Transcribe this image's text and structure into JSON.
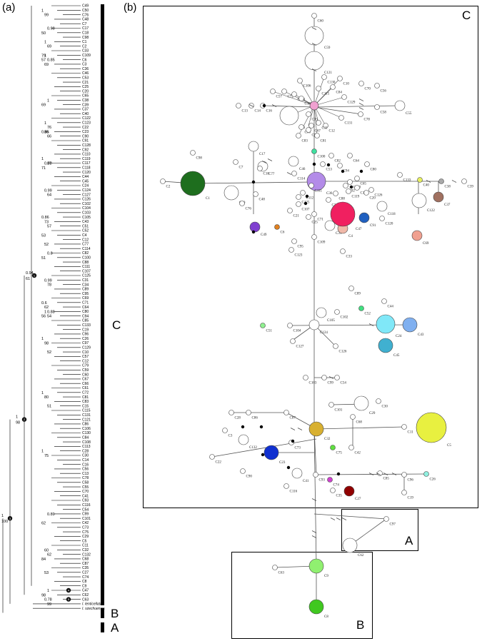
{
  "panels": {
    "a": "(a)",
    "b": "(b)"
  },
  "clades": {
    "C": "C",
    "B": "B",
    "A": "A"
  },
  "tree": {
    "tips": [
      "C49",
      "C50",
      "C76",
      "C48",
      "C7",
      "C17",
      "C18",
      "C98",
      "C1",
      "C2",
      "C33",
      "C109",
      "C6",
      "C3",
      "C36",
      "C46",
      "C53",
      "C21",
      "C25",
      "C20",
      "C65",
      "C38",
      "C39",
      "C37",
      "C40",
      "C122",
      "C123",
      "C22",
      "C23",
      "C90",
      "C91",
      "C128",
      "C92",
      "C110",
      "C119",
      "C117",
      "C118",
      "C120",
      "C44",
      "C45",
      "C24",
      "C124",
      "C127",
      "C126",
      "C102",
      "C104",
      "C103",
      "C105",
      "C43",
      "C51",
      "C52",
      "C4",
      "C12",
      "C77",
      "C114",
      "C82",
      "C100",
      "C88",
      "C111",
      "C107",
      "C125",
      "C31",
      "C34",
      "C89",
      "C95",
      "C69",
      "C71",
      "C64",
      "C80",
      "C94",
      "C85",
      "C133",
      "C19",
      "C96",
      "C26",
      "C97",
      "C129",
      "C10",
      "C57",
      "C12",
      "C79",
      "C59",
      "C60",
      "C67",
      "C66",
      "C61",
      "C72",
      "C81",
      "C83",
      "C15",
      "C115",
      "C131",
      "C121",
      "C86",
      "C106",
      "C130",
      "C84",
      "C108",
      "C113",
      "C28",
      "C30",
      "C14",
      "C16",
      "C56",
      "C13",
      "C78",
      "C58",
      "C55",
      "C70",
      "C41",
      "C93",
      "C116",
      "C54",
      "C99",
      "C101",
      "C42",
      "C73",
      "C75",
      "C29",
      "C5",
      "C11",
      "C32",
      "C132",
      "C68",
      "C87",
      "C35",
      "C27",
      "C74",
      "C8",
      "C9",
      "C47",
      "C62",
      "C63",
      "I. lenticellata",
      "I. szechuensis"
    ],
    "supports": [
      {
        "label": "1",
        "row": 1
      },
      {
        "label": "99",
        "row": 2
      },
      {
        "label": "0.98",
        "row": 5
      },
      {
        "label": "50",
        "row": 6
      },
      {
        "label": "1",
        "row": 8
      },
      {
        "label": "69",
        "row": 9
      },
      {
        "label": "79",
        "row": 11
      },
      {
        "label": "1",
        "row": 11
      },
      {
        "label": "0.85",
        "row": 12
      },
      {
        "label": "57",
        "row": 12
      },
      {
        "label": "69",
        "row": 13
      },
      {
        "label": "1",
        "row": 21
      },
      {
        "label": "69",
        "row": 22
      },
      {
        "label": "1",
        "row": 26
      },
      {
        "label": "76",
        "row": 27
      },
      {
        "label": "0.65",
        "row": 28
      },
      {
        "label": "86",
        "row": 28
      },
      {
        "label": "66",
        "row": 29
      },
      {
        "label": "1",
        "row": 34
      },
      {
        "label": "0.99",
        "row": 35
      },
      {
        "label": "87",
        "row": 35
      },
      {
        "label": "71",
        "row": 36
      },
      {
        "label": "0.99",
        "row": 41
      },
      {
        "label": "64",
        "row": 42
      },
      {
        "label": "0.86",
        "row": 47
      },
      {
        "label": "73",
        "row": 48
      },
      {
        "label": "57",
        "row": 49
      },
      {
        "label": "53",
        "row": 51
      },
      {
        "label": "52",
        "row": 53
      },
      {
        "label": "0.8",
        "row": 55
      },
      {
        "label": "51",
        "row": 56
      },
      {
        "label": "0.99",
        "row": 61
      },
      {
        "label": "78",
        "row": 62
      },
      {
        "label": "0.6",
        "row": 66
      },
      {
        "label": "62",
        "row": 67
      },
      {
        "label": "0.88",
        "row": 68
      },
      {
        "label": "56",
        "row": 69
      },
      {
        "label": "1",
        "row": 68
      },
      {
        "label": "54",
        "row": 69
      },
      {
        "label": "1",
        "row": 74
      },
      {
        "label": "98",
        "row": 75
      },
      {
        "label": "52",
        "row": 77
      },
      {
        "label": "1",
        "row": 86
      },
      {
        "label": "80",
        "row": 87
      },
      {
        "label": "51",
        "row": 89
      },
      {
        "label": "1",
        "row": 99
      },
      {
        "label": "75",
        "row": 100
      },
      {
        "label": "0.89",
        "row": 113
      },
      {
        "label": "62",
        "row": 115
      },
      {
        "label": "60",
        "row": 121
      },
      {
        "label": "62",
        "row": 122
      },
      {
        "label": "84",
        "row": 123
      },
      {
        "label": "53",
        "row": 126
      },
      {
        "label": "1",
        "row": 130
      },
      {
        "label": "98",
        "row": 131
      },
      {
        "label": "0.78",
        "row": 132
      },
      {
        "label": "99",
        "row": 133
      }
    ],
    "nodes": [
      {
        "top": "0.94",
        "bottom": "61",
        "num": "1",
        "row": 60
      },
      {
        "top": "1",
        "bottom": "98",
        "num": "2",
        "row": 92
      },
      {
        "top": "1",
        "bottom": "100",
        "num": "3",
        "row": 114
      },
      {
        "top": "",
        "bottom": "",
        "num": "4",
        "row": 130
      },
      {
        "top": "",
        "bottom": "",
        "num": "5",
        "row": 132
      }
    ]
  },
  "network": {
    "haplotypes": [
      {
        "label": "C60",
        "color": "#ffffff",
        "size": 1
      },
      {
        "label": "C59",
        "color": "#ffffff",
        "size": 4
      },
      {
        "label": "C121",
        "color": "#ffffff",
        "size": 4
      },
      {
        "label": "C106",
        "color": "#ffffff",
        "size": 1
      },
      {
        "label": "C130",
        "color": "#ffffff",
        "size": 1
      },
      {
        "label": "C10",
        "color": "#ffffff",
        "size": 1
      },
      {
        "label": "C70",
        "color": "#ffffff",
        "size": 1
      },
      {
        "label": "C56",
        "color": "#ffffff",
        "size": 1
      },
      {
        "label": "C115",
        "color": "#ffffff",
        "size": 1
      },
      {
        "label": "C84",
        "color": "#ffffff",
        "size": 1
      },
      {
        "label": "C129",
        "color": "#ffffff",
        "size": 1
      },
      {
        "label": "C58",
        "color": "#ffffff",
        "size": 1
      },
      {
        "label": "C55",
        "color": "#ffffff",
        "size": 2
      },
      {
        "label": "C78",
        "color": "#ffffff",
        "size": 1
      },
      {
        "label": "C57",
        "color": "#ffffff",
        "size": 1
      },
      {
        "label": "C72",
        "color": "#ffffff",
        "size": 1
      },
      {
        "label": "C113",
        "color": "#ffffff",
        "size": 1
      },
      {
        "label": "C108",
        "color": "#ffffff",
        "size": 1
      },
      {
        "label": "C13",
        "color": "#ffffff",
        "size": 1
      },
      {
        "label": "C14",
        "color": "#ffffff",
        "size": 1
      },
      {
        "label": "C16",
        "color": "#ffffff",
        "size": 1
      },
      {
        "label": "C61",
        "color": "#ffffff",
        "size": 4
      },
      {
        "label": "C15",
        "color": "#ffffff",
        "size": 1
      },
      {
        "label": "C67",
        "color": "#ffffff",
        "size": 1
      },
      {
        "label": "C66",
        "color": "#ffffff",
        "size": 1
      },
      {
        "label": "C79",
        "color": "#ffffff",
        "size": 1
      },
      {
        "label": "C12",
        "color": "#ffffff",
        "size": 1
      },
      {
        "label": "C131",
        "color": "#ffffff",
        "size": 1
      },
      {
        "label": "C11",
        "color": "#ffffff",
        "size": 1
      },
      {
        "label": "C83",
        "color": "#ffffff",
        "size": 1
      },
      {
        "label": "C81",
        "color": "#ffffff",
        "size": 1
      },
      {
        "label": "C98",
        "color": "#ffffff",
        "size": 1
      },
      {
        "label": "C17",
        "color": "#ffffff",
        "size": 2
      },
      {
        "label": "C100",
        "color": "#40e0a0",
        "size": 1
      },
      {
        "label": "C82",
        "color": "#ffffff",
        "size": 1
      },
      {
        "label": "C64",
        "color": "#ffffff",
        "size": 1
      },
      {
        "label": "C46",
        "color": "#ffffff",
        "size": 2
      },
      {
        "label": "C53",
        "color": "#ffffff",
        "size": 1
      },
      {
        "label": "C94",
        "color": "#ffffff",
        "size": 1
      },
      {
        "label": "C80",
        "color": "#ffffff",
        "size": 1
      },
      {
        "label": "C7",
        "color": "#ffffff",
        "size": 1
      },
      {
        "label": "C77",
        "color": "#ffffff",
        "size": 2
      },
      {
        "label": "C18",
        "color": "#ffffff",
        "size": 1
      },
      {
        "label": "C114",
        "color": "#ffffff",
        "size": 1
      },
      {
        "label": "C133",
        "color": "#ffffff",
        "size": 1
      },
      {
        "label": "C40",
        "color": "#e8f060",
        "size": 1
      },
      {
        "label": "C38",
        "color": "#aaaaaa",
        "size": 1
      },
      {
        "label": "C39",
        "color": "#ffffff",
        "size": 1
      },
      {
        "label": "C2",
        "color": "#ffffff",
        "size": 1
      },
      {
        "label": "C1",
        "color": "#1e6e1e",
        "size": 5
      },
      {
        "label": "C36",
        "color": "#b38be8",
        "size": 4
      },
      {
        "label": "C110",
        "color": "#ffffff",
        "size": 1
      },
      {
        "label": "C65",
        "color": "#ffffff",
        "size": 1
      },
      {
        "label": "C92",
        "color": "#ffffff",
        "size": 1
      },
      {
        "label": "C117",
        "color": "#ffffff",
        "size": 1
      },
      {
        "label": "C119",
        "color": "#ffffff",
        "size": 1
      },
      {
        "label": "C126",
        "color": "#ffffff",
        "size": 1
      },
      {
        "label": "C20",
        "color": "#ffffff",
        "size": 1
      },
      {
        "label": "C37",
        "color": "#a07060",
        "size": 2
      },
      {
        "label": "C50",
        "color": "#ffffff",
        "size": 3
      },
      {
        "label": "C48",
        "color": "#ffffff",
        "size": 1
      },
      {
        "label": "C111",
        "color": "#ffffff",
        "size": 1
      },
      {
        "label": "C125",
        "color": "#ffffff",
        "size": 1
      },
      {
        "label": "C107",
        "color": "#ffffff",
        "size": 1
      },
      {
        "label": "C112",
        "color": "#ffffff",
        "size": 1
      },
      {
        "label": "C88",
        "color": "#ffffff",
        "size": 1
      },
      {
        "label": "C118",
        "color": "#ffffff",
        "size": 2
      },
      {
        "label": "C122",
        "color": "#ffffff",
        "size": 3
      },
      {
        "label": "C76",
        "color": "#ffffff",
        "size": 1
      },
      {
        "label": "C21",
        "color": "#ffffff",
        "size": 1
      },
      {
        "label": "C34",
        "color": "#ffffff",
        "size": 1
      },
      {
        "label": "C71",
        "color": "#c8f060",
        "size": 1
      },
      {
        "label": "C91",
        "color": "#2060c0",
        "size": 2
      },
      {
        "label": "C120",
        "color": "#ffffff",
        "size": 1
      },
      {
        "label": "C49",
        "color": "#8040d0",
        "size": 2
      },
      {
        "label": "C6",
        "color": "#e08020",
        "size": 1
      },
      {
        "label": "C25",
        "color": "#ffffff",
        "size": 1
      },
      {
        "label": "C31",
        "color": "#ffffff",
        "size": 2
      },
      {
        "label": "C95",
        "color": "#ffffff",
        "size": 1
      },
      {
        "label": "C109",
        "color": "#ffffff",
        "size": 1
      },
      {
        "label": "C4",
        "color": "#f0b8a8",
        "size": 2
      },
      {
        "label": "C69",
        "color": "#f0a090",
        "size": 2
      },
      {
        "label": "C123",
        "color": "#ffffff",
        "size": 1
      },
      {
        "label": "C33",
        "color": "#ffffff",
        "size": 1
      },
      {
        "label": "C89",
        "color": "#ffffff",
        "size": 1
      },
      {
        "label": "C105",
        "color": "#ffffff",
        "size": 2
      },
      {
        "label": "C102",
        "color": "#ffffff",
        "size": 1
      },
      {
        "label": "C44",
        "color": "#ffffff",
        "size": 1
      },
      {
        "label": "C52",
        "color": "#40e080",
        "size": 1
      },
      {
        "label": "C104",
        "color": "#ffffff",
        "size": 1
      },
      {
        "label": "C124",
        "color": "#ffffff",
        "size": 2
      },
      {
        "label": "C24",
        "color": "#80e8f8",
        "size": 4
      },
      {
        "label": "C43",
        "color": "#80b0f0",
        "size": 3
      },
      {
        "label": "C51",
        "color": "#90f090",
        "size": 1
      },
      {
        "label": "C127",
        "color": "#ffffff",
        "size": 1
      },
      {
        "label": "C126",
        "color": "#ffffff",
        "size": 1
      },
      {
        "label": "C45",
        "color": "#40b0d0",
        "size": 3
      },
      {
        "label": "C103",
        "color": "#ffffff",
        "size": 1
      },
      {
        "label": "C99",
        "color": "#ffffff",
        "size": 1
      },
      {
        "label": "C54",
        "color": "#ffffff",
        "size": 1
      },
      {
        "label": "C101",
        "color": "#ffffff",
        "size": 1
      },
      {
        "label": "C29",
        "color": "#ffffff",
        "size": 3
      },
      {
        "label": "C30",
        "color": "#ffffff",
        "size": 1
      },
      {
        "label": "C28",
        "color": "#ffffff",
        "size": 1
      },
      {
        "label": "C86",
        "color": "#ffffff",
        "size": 1
      },
      {
        "label": "C87",
        "color": "#ffffff",
        "size": 1
      },
      {
        "label": "C68",
        "color": "#ffffff",
        "size": 1
      },
      {
        "label": "C11",
        "color": "#ffffff",
        "size": 1
      },
      {
        "label": "C5",
        "color": "#e8f040",
        "size": 6
      },
      {
        "label": "C3",
        "color": "#ffffff",
        "size": 1
      },
      {
        "label": "C32",
        "color": "#d8b030",
        "size": 3
      },
      {
        "label": "C75",
        "color": "#60e040",
        "size": 1
      },
      {
        "label": "C42",
        "color": "#ffffff",
        "size": 1
      },
      {
        "label": "C73",
        "color": "#ffffff",
        "size": 1
      },
      {
        "label": "C132",
        "color": "#ffffff",
        "size": 2
      },
      {
        "label": "C22",
        "color": "#ffffff",
        "size": 1
      },
      {
        "label": "C23",
        "color": "#1030d0",
        "size": 3
      },
      {
        "label": "C90",
        "color": "#ffffff",
        "size": 1
      },
      {
        "label": "C41",
        "color": "#ffffff",
        "size": 2
      },
      {
        "label": "C116",
        "color": "#ffffff",
        "size": 1
      },
      {
        "label": "C93",
        "color": "#ffffff",
        "size": 1
      },
      {
        "label": "C74",
        "color": "#d040d0",
        "size": 1
      },
      {
        "label": "C35",
        "color": "#ffffff",
        "size": 1
      },
      {
        "label": "C27",
        "color": "#900000",
        "size": 2
      },
      {
        "label": "C85",
        "color": "#ffffff",
        "size": 1
      },
      {
        "label": "C96",
        "color": "#ffffff",
        "size": 1
      },
      {
        "label": "C26",
        "color": "#90f0e0",
        "size": 1
      },
      {
        "label": "C19",
        "color": "#ffffff",
        "size": 1
      },
      {
        "label": "C97",
        "color": "#ffffff",
        "size": 1
      },
      {
        "label": "C62",
        "color": "#ffffff",
        "size": 3
      },
      {
        "label": "C63",
        "color": "#ffffff",
        "size": 1
      },
      {
        "label": "C9",
        "color": "#90f070",
        "size": 3
      },
      {
        "label": "C8",
        "color": "#40c820",
        "size": 3
      },
      {
        "label": "C47",
        "color": "#f02060",
        "size": 5
      },
      {
        "label": "C71",
        "color": "#ffffff",
        "size": 1
      }
    ]
  }
}
